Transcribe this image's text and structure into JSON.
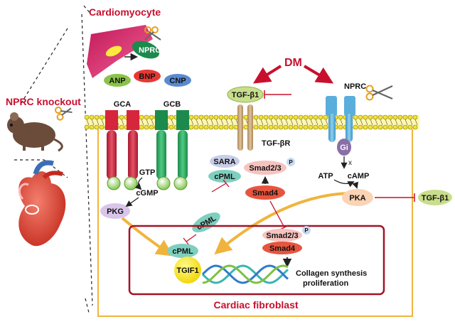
{
  "left_panel": {
    "knockout_label": "NPRC knockout"
  },
  "cardiomyocyte": {
    "title": "Cardiomyocyte",
    "nprc_label": "NPRC",
    "peptides": [
      "ANP",
      "BNP",
      "CNP"
    ]
  },
  "trigger": {
    "dm_label": "DM"
  },
  "receptors": {
    "gca_label": "GCA",
    "gcb_label": "GCB",
    "tgfbr_label": "TGF-βR",
    "tgfb1_label": "TGF-β1",
    "nprc_label": "NPRC",
    "gi_label": "Gi",
    "x_label": "x"
  },
  "signaling": {
    "gtp": "GTP",
    "cgmp": "cGMP",
    "pkg": "PKG",
    "atp": "ATP",
    "camp": "cAMP",
    "pka": "PKA",
    "tgfb1_out": "TGF-β1",
    "sara": "SARA",
    "cpml": "cPML",
    "smad23": "Smad2/3",
    "p": "P",
    "smad4": "Smad4"
  },
  "nucleus": {
    "cpml": "cPML",
    "cpml_in": "cPML",
    "tgif1": "TGIF1",
    "smad23": "Smad2/3",
    "p": "P",
    "smad4": "Smad4",
    "outcome_line1": "Collagen synthesis",
    "outcome_line2": "proliferation"
  },
  "cell": {
    "title": "Cardiac fibroblast"
  },
  "colors": {
    "accent_red": "#c8102e",
    "membrane_yellow": "#f2e23a",
    "arrow_orange": "#f0b43c"
  }
}
